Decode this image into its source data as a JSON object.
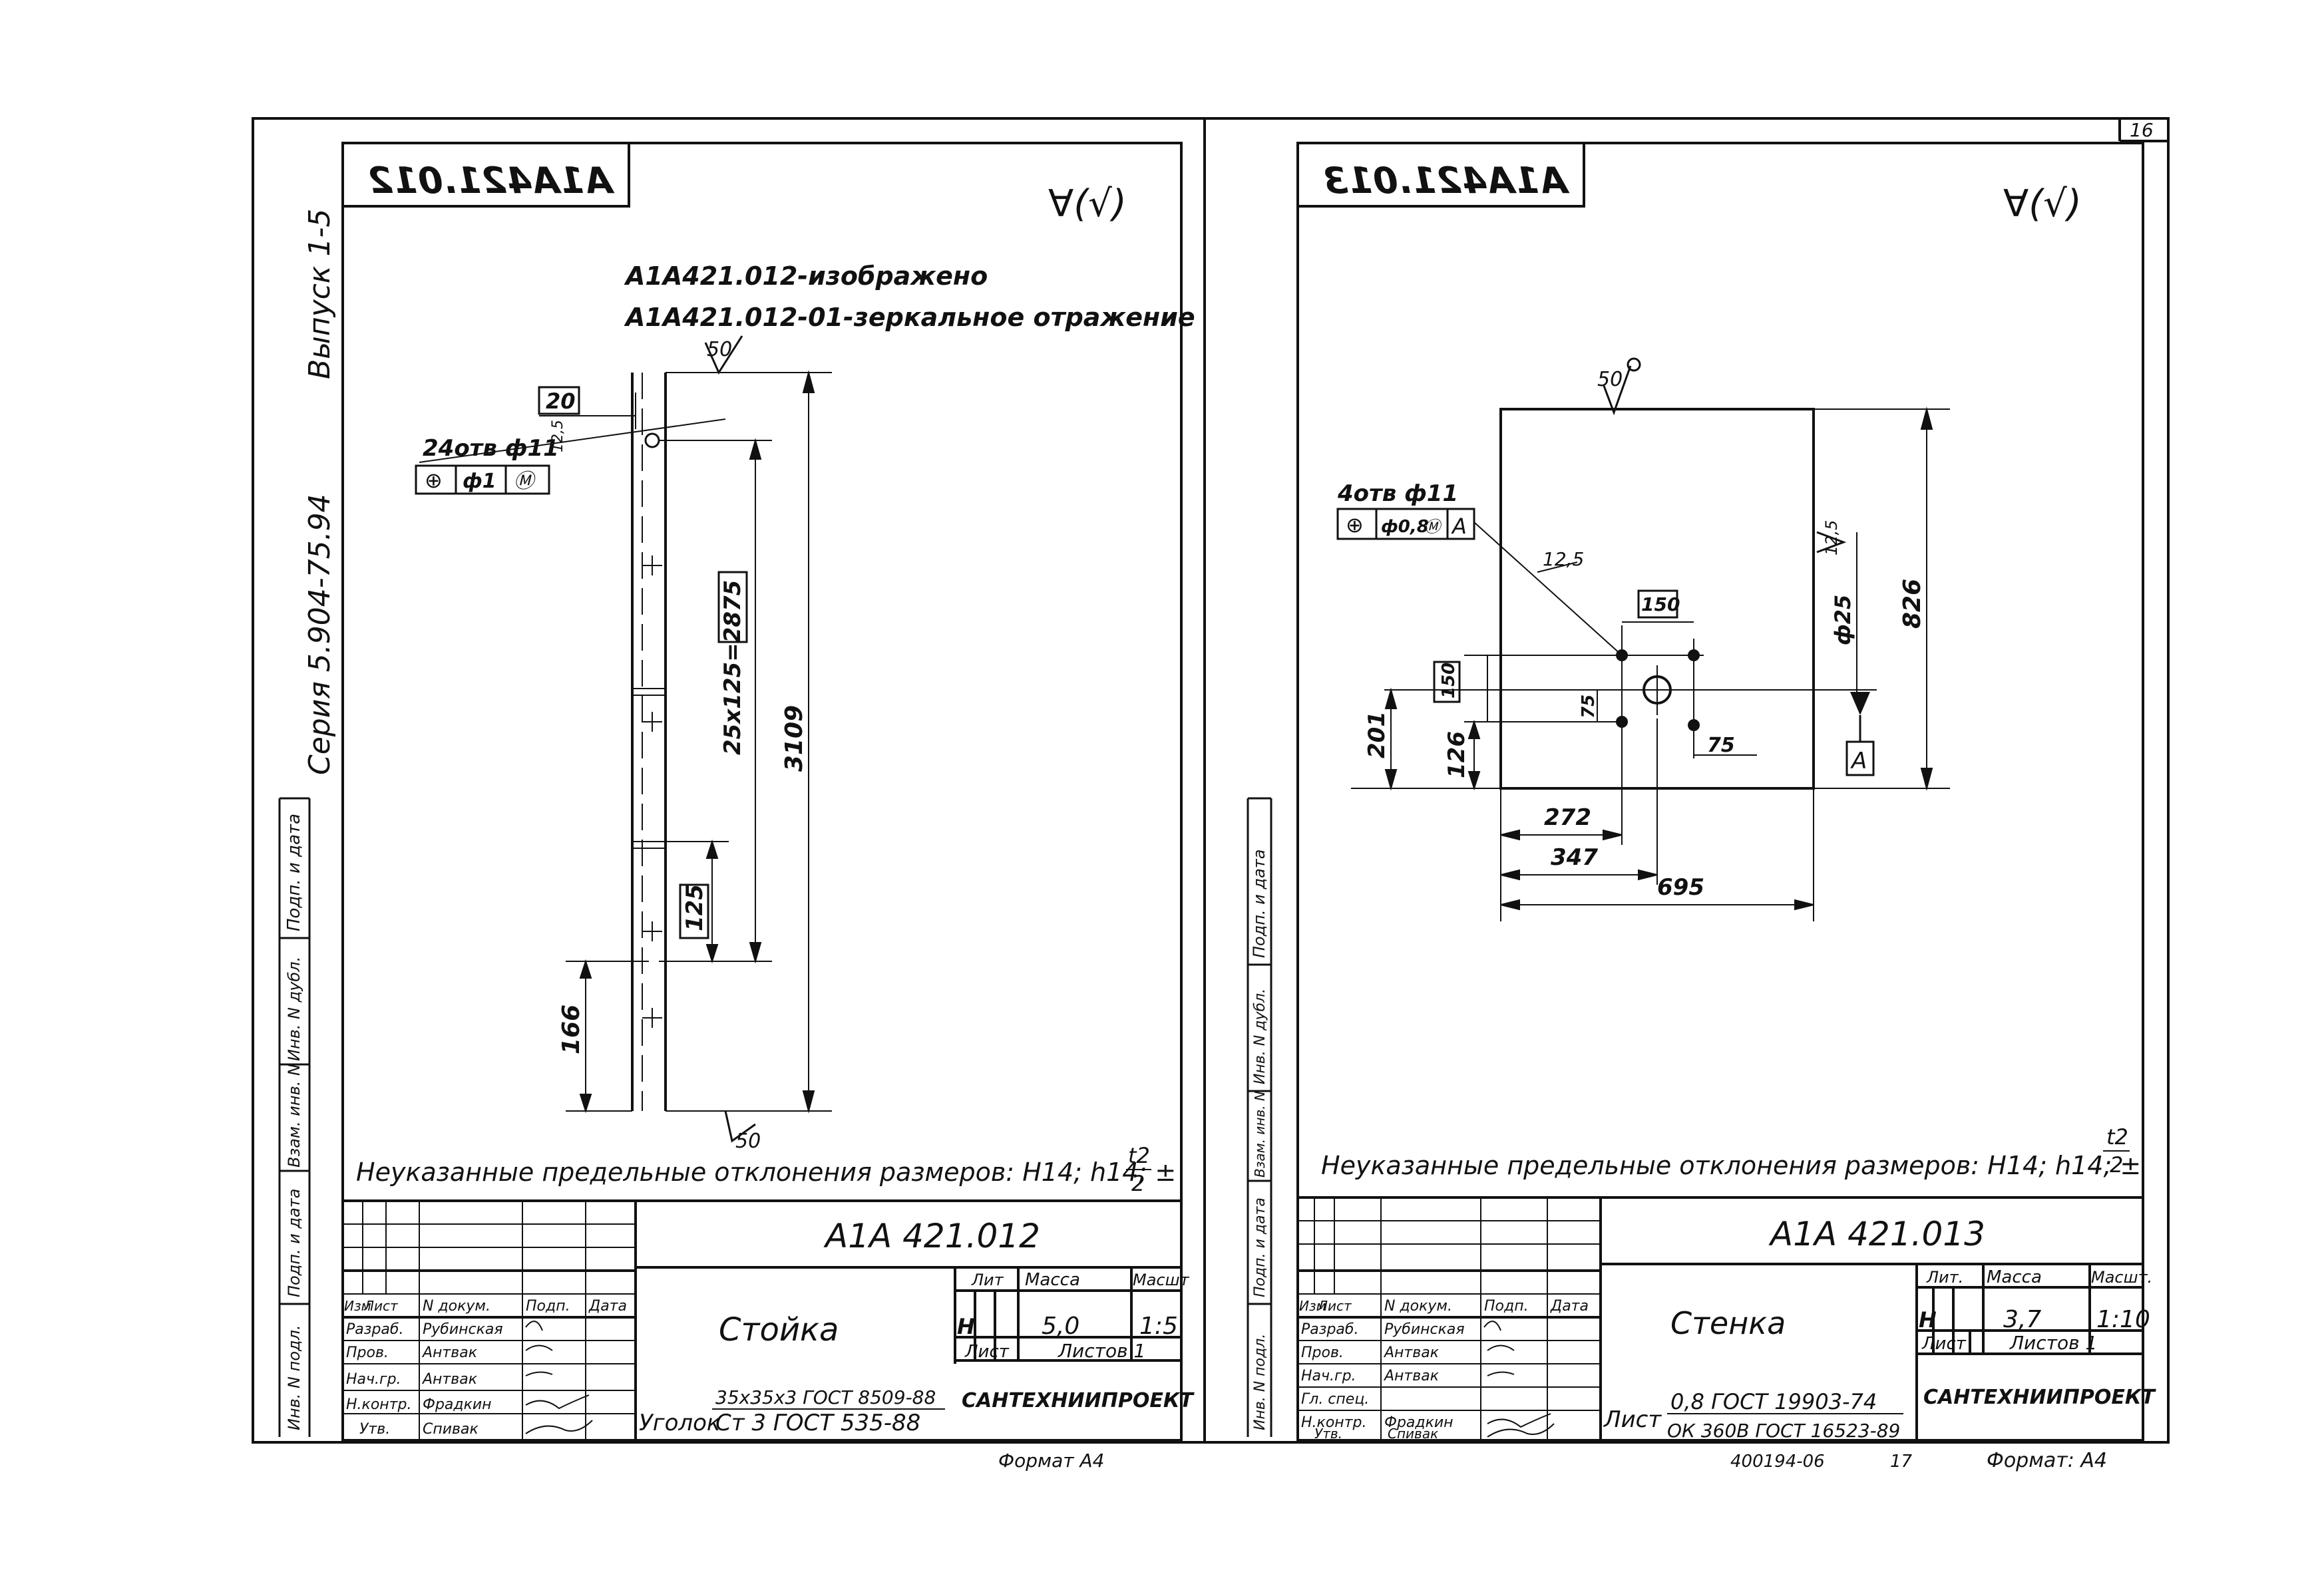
{
  "sheet_number": "16",
  "left_side_stamp": {
    "series": "Серия 5.904-75.94",
    "issue": "Выпуск 1-5",
    "columns": [
      "Подп. и дата",
      "Инв. N дубл.",
      "Взам. инв. N",
      "Подп. и дата",
      "Инв. N подл."
    ]
  },
  "left_drawing": {
    "mirrored_code": "А1А421.012",
    "surface_mark": "∀(√)",
    "title_lines": [
      "А1А421.012-изображено",
      "А1А421.012-01-зеркальное отражение"
    ],
    "hole_note": "24отв ф11",
    "tolerance_frame": [
      "⊕",
      "ф1",
      "Ⓜ"
    ],
    "roughness_top": "50",
    "roughness_bottom": "50",
    "roughness_hole": "12,5",
    "dim_20": "20",
    "dim_spacing": "25x125=2875",
    "dim_total": "3109",
    "dim_125": "125",
    "dim_166": "166",
    "general_note": "Неуказанные предельные отклонения размеров: Н14; h14; ±",
    "tol_frac_num": "t2",
    "tol_frac_den": "2",
    "tb_code": "А1А 421.012",
    "tb_name": "Стойка",
    "tb_head": [
      "Лит",
      "Масса",
      "Масшт"
    ],
    "tb_lit": "Н",
    "tb_mass": "5,0",
    "tb_scale": "1:5",
    "tb_sheet": "Лист",
    "tb_sheets": "Листов 1",
    "tb_material_label": "Уголок",
    "tb_material_top": "35x35x3 ГОСТ 8509-88",
    "tb_material_bottom": "Ст 3 ГОСТ 535-88",
    "tb_org": "САНТЕХНИИПРОЕКТ",
    "tb_format": "Формат А4",
    "sig_headers": [
      "Изм",
      "Лист",
      "N докум.",
      "Подп.",
      "Дата"
    ],
    "sig_rows": [
      {
        "role": "Разраб.",
        "name": "Рубинская"
      },
      {
        "role": "Пров.",
        "name": "Антвак"
      },
      {
        "role": "Нач.гр.",
        "name": "Антвак"
      },
      {
        "role": "",
        "name": ""
      },
      {
        "role": "Н.контр.",
        "name": "Фрадкин"
      },
      {
        "role": "Утв.",
        "name": "Спивак"
      }
    ]
  },
  "right_drawing": {
    "mirrored_code": "А1А421.013",
    "surface_mark": "∀(√)",
    "roughness_top": "50",
    "hole_note": "4отв ф11",
    "tolerance_frame": [
      "⊕",
      "ф0,8",
      "Ⓜ",
      "А"
    ],
    "roughness_125": "12,5",
    "roughness_side": "12,5",
    "dim_150_top": "150",
    "dim_150_side": "150",
    "dim_75_v": "75",
    "dim_75_h": "75",
    "dim_d25": "ф25",
    "dim_826": "826",
    "dim_201": "201",
    "dim_126": "126",
    "dim_272": "272",
    "dim_347": "347",
    "dim_695": "695",
    "datum": "А",
    "general_note": "Неуказанные предельные отклонения размеров: Н14; h14; ±",
    "tol_frac_num": "t2",
    "tol_frac_den": "2",
    "tb_code": "А1А 421.013",
    "tb_name": "Стенка",
    "tb_head": [
      "Лит.",
      "Масса",
      "Масшт."
    ],
    "tb_lit": "Н",
    "tb_mass": "3,7",
    "tb_scale": "1:10",
    "tb_sheet": "Лист",
    "tb_sheets": "Листов 1",
    "tb_material_label": "Лист",
    "tb_material_top": "0,8 ГОСТ 19903-74",
    "tb_material_bottom": "ОК 360В ГОСТ 16523-89",
    "tb_org": "САНТЕХНИИПРОЕКТ",
    "tb_format": "Формат: А4",
    "tb_footer_code": "400194-06",
    "tb_footer_page": "17",
    "sig_headers": [
      "Изм",
      "Лист",
      "N докум.",
      "Подп.",
      "Дата"
    ],
    "sig_rows": [
      {
        "role": "Разраб.",
        "name": "Рубинская"
      },
      {
        "role": "Пров.",
        "name": "Антвак"
      },
      {
        "role": "Нач.гр.",
        "name": "Антвак"
      },
      {
        "role": "Гл. спец.",
        "name": ""
      },
      {
        "role": "Н.контр.",
        "name": "Фрадкин"
      },
      {
        "role": "Утв.",
        "name": "Спивак"
      }
    ]
  }
}
